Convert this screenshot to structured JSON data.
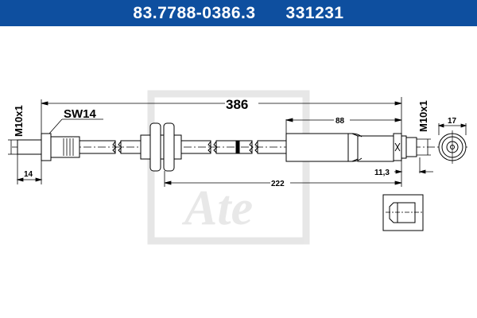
{
  "header": {
    "part_number": "83.7788-0386.3",
    "ref_number": "331231",
    "color": "#0e4f9f"
  },
  "drawing": {
    "total_length": "386",
    "wrench_size": "SW14",
    "thread_left": "M10x1",
    "thread_right": "M10x1",
    "left_fitting_length": "14",
    "right_ferrule_length": "88",
    "bracket_to_end": "222",
    "end_offset": "11,3",
    "hex_width": "17"
  },
  "watermark": {
    "logo_text": "Ate"
  }
}
